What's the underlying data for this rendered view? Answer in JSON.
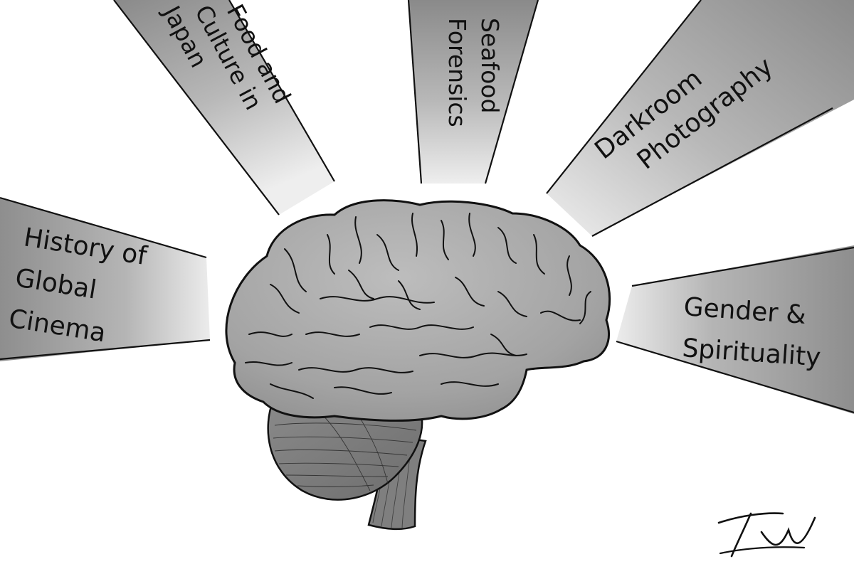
{
  "rays": [
    {
      "id": "cinema",
      "lines": [
        "History of",
        "Global",
        "Cinema"
      ]
    },
    {
      "id": "japan",
      "lines": [
        "Food and",
        "Culture in",
        "Japan"
      ]
    },
    {
      "id": "seafood",
      "lines": [
        "Seafood",
        "Forensics"
      ]
    },
    {
      "id": "darkroom",
      "lines": [
        "Darkroom",
        "Photography"
      ]
    },
    {
      "id": "gender",
      "lines": [
        "Gender &",
        "Spirituality"
      ]
    }
  ],
  "signature": "TW",
  "colors": {
    "ray_dark": "#8c8c8c",
    "ray_light": "#e2e2e2",
    "brain_fill": "#a9a9a9",
    "brain_shadow": "#8a8a8a",
    "stroke": "#111111"
  }
}
